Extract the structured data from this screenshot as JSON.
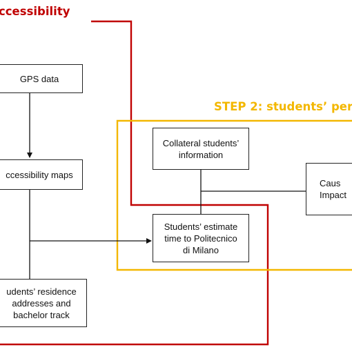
{
  "steps": {
    "step1": {
      "label": "ccessibility",
      "color": "#c00000"
    },
    "step2": {
      "label": "STEP 2: students’ per",
      "color": "#f3b700"
    }
  },
  "boxes": {
    "gps_data": "GPS data",
    "accessibility_maps": "ccessibility maps",
    "residence": "udents’ residence\naddresses and\nbachelor track",
    "collateral": "Collateral students’\ninformation",
    "estimate": "Students’ estimate\ntime to Politecnico\ndi Milano",
    "causal": "Caus\nImpact"
  }
}
